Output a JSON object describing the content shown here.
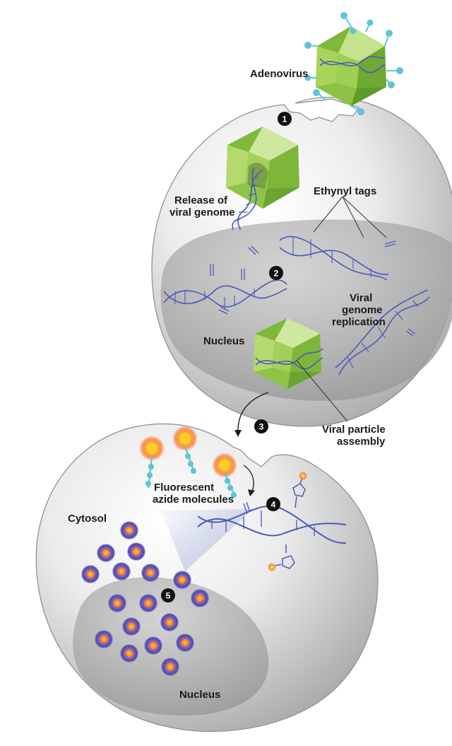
{
  "labels": {
    "adenovirus": "Adenovirus",
    "release_line1": "Release of",
    "release_line2": "viral genome",
    "ethynyl_tags": "Ethynyl tags",
    "viral_line1": "Viral",
    "viral_line2": "genome",
    "viral_line3": "replication",
    "nucleus_top": "Nucleus",
    "particle_line1": "Viral particle",
    "particle_line2": "assembly",
    "fluor_line1": "Fluorescent",
    "fluor_line2": "azide molecules",
    "cytosol": "Cytosol",
    "nucleus_bottom": "Nucleus"
  },
  "steps": [
    "1",
    "2",
    "3",
    "4",
    "5"
  ],
  "colors": {
    "capsid_green": "#8dc63f",
    "capsid_dark": "#5e9a2a",
    "dna_blue": "#4a5ab8",
    "tag_cyan": "#5cc6d8",
    "fluor_orange": "#ffb21e",
    "fluor_red": "#ff5a1e",
    "cell_grey": "#d9d9d9",
    "nucleus_grey": "#b3b3b3"
  },
  "icons": [
    "adenovirus-capsid-icon",
    "dna-helix-icon",
    "fluorescent-azide-icon",
    "labeled-dna-dot-icon"
  ]
}
